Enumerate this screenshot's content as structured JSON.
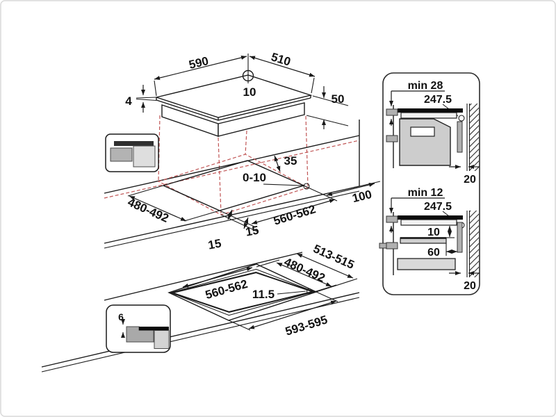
{
  "diagram": {
    "title": "hob-installation-dimensions",
    "top_view": {
      "width": "590",
      "depth": "510",
      "hole_dia": "10",
      "glass_thickness": "4",
      "body_height": "50"
    },
    "plan_view": {
      "cutout_depth": "480-492",
      "cutout_width": "560-562",
      "rear_gap": "0-10",
      "rear_clearance": "35",
      "front_overhang": "15",
      "side_overhang": "15",
      "right_clearance": "100"
    },
    "flush_view": {
      "outer_depth": "513-515",
      "inner_depth": "480-492",
      "inner_width": "560-562",
      "rebate_width": "11.5",
      "outer_width": "593-595"
    },
    "flush_inset": {
      "rebate_depth": "6"
    },
    "oven_section": {
      "min_clearance": "min 28",
      "hob_depth": "247.5",
      "wall_gap": "20"
    },
    "drawer_section": {
      "min_clearance": "min 12",
      "hob_depth": "247.5",
      "shelf_gap": "10",
      "shelf_inset": "60",
      "wall_gap": "20"
    },
    "colors": {
      "line": "#1a1a1a",
      "projection_dashed": "#c05555",
      "glass": "#0a0a0a",
      "cabinet_gray": "#cdcdcd"
    }
  }
}
